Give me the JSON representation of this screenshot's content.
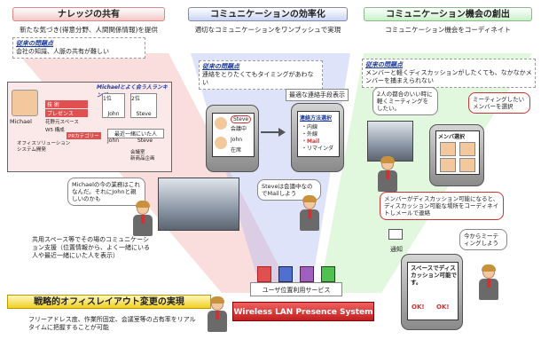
{
  "headers": {
    "knowledge": "ナレッジの共有",
    "communication": "コミュニケーションの効率化",
    "opportunity": "コミュニケーション機会の創出"
  },
  "subtitles": {
    "knowledge": "新たな気づき(得意分野、人間関係情報)を提供",
    "communication": "適切なコミュニケーションをワンプッシュで実現",
    "opportunity": "コミュニケーション機会をコーディネイト"
  },
  "notes": {
    "label": "従来の問題点",
    "knowledge": "会社の知識、人脈の共有が難しい",
    "communication": "連絡をとりたくてもタイミングがあわない",
    "opportunity": "メンバーと軽くディスカッションがしたくても、なかなかメンバーを捕まえられない"
  },
  "knowledge_panel": {
    "profile_name": "Michael",
    "profile_rows": [
      "技 術",
      "プレゼンス",
      "花野元スペース",
      "W5 構成"
    ],
    "profile_lines": [
      "オフィスソリューション",
      "システム開発"
    ],
    "ranking_title": "Michaelとよく会う人ランキング",
    "rank1": "1位",
    "rank2": "2位",
    "rank1_name": "John",
    "rank2_name": "Steve",
    "recent_title": "最近一緒にいた人",
    "recent_names": [
      "John",
      "Steve"
    ],
    "pr_label": "PRカテゴリー",
    "rows_right": [
      "会議室",
      "新商品企画"
    ]
  },
  "communication_panel": {
    "phone_label1": "Steve",
    "phone_label2": "会議中",
    "phone_label3": "John",
    "phone_label4": "在席",
    "best_means": "最適な連絡手段表示",
    "method_title": "連絡方法選択",
    "methods": [
      "・内線",
      "・外線",
      "・Mail",
      "・リマインダ"
    ],
    "bubble": "Steveは会議中なのでMailしよう"
  },
  "opportunity_panel": {
    "bubble1": "2人の都合のいい時に軽くミーティングをしたい。",
    "bubble2": "ミーティングしたいメンバーを選択",
    "member_select": "メンバ選択",
    "bubble3": "メンバーがディスカッション可能になると、ディスカッション可能な場所をコーディネイトしメールで連絡",
    "notify_label": "通知",
    "bubble4": "今からミーティングしよう",
    "screen_text": "スペースでディスカッション可能です。",
    "ok1": "OK!",
    "ok2": "OK!"
  },
  "office_panel": {
    "bubble": "Michaelの今の業務はこれなんだ。それにJohnと親しいのかも",
    "caption": "共用スペース等でその場のコミュニケーション支援（位置情報から、よく一緒にいる人や最近一緒にいた人を表示）"
  },
  "bottom": {
    "strategic_title": "戦略的オフィスレイアウト変更の実現",
    "strategic_desc": "フリーアドレス度、作業所固定、会議室等の占有率をリアルタイムに把握することが可能",
    "service_label": "ユーザ位置利用サービス",
    "system_label": "Wireless LAN Presence System"
  },
  "colors": {
    "red": "#d03030",
    "blue": "#3050c0",
    "green": "#30a040",
    "yellow": "#f0d020",
    "purple": "#a060c0"
  }
}
